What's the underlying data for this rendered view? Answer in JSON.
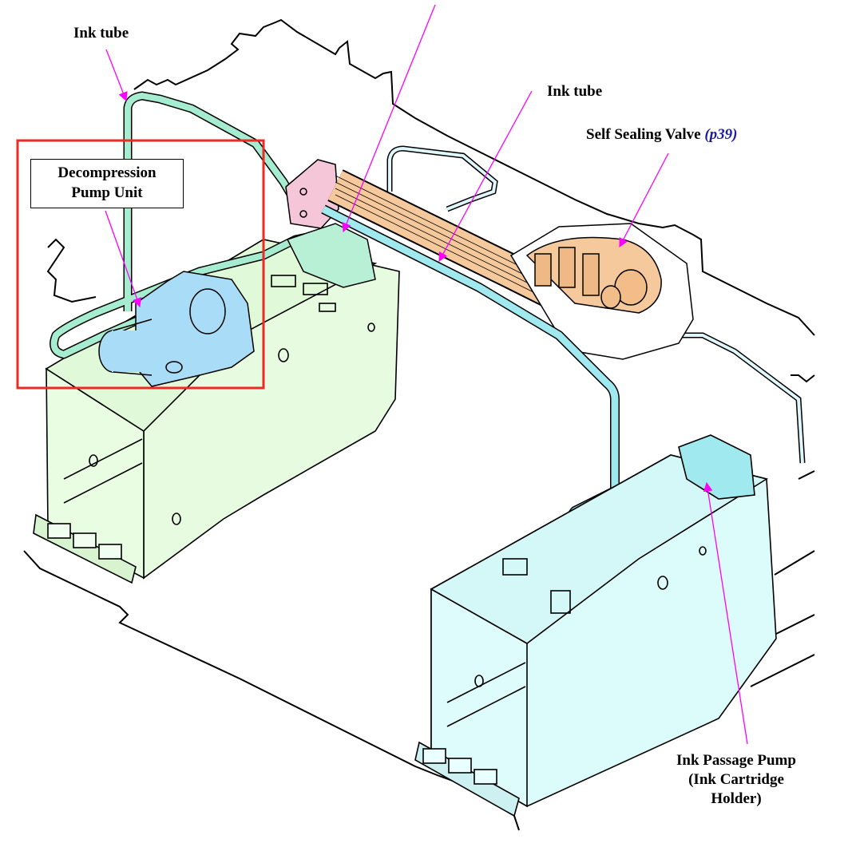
{
  "figure": {
    "colors": {
      "arrow": "#ff00ff",
      "highlight_box": "#ee2a24",
      "unit_left_fill": "#e6fbdf",
      "unit_right_fill": "#dcfbfb",
      "tube_green": "#a6ecd0",
      "tube_cyan": "#9fe9ef",
      "tube_orange": "#f6c99c",
      "pump_blue": "#a8dcf7",
      "bracket_pink": "#f5c6d8",
      "ref_link": "#1a1aa6"
    },
    "labels": {
      "ink_tube_left": "Ink tube",
      "ink_tube_center": "Ink tube",
      "self_sealing_valve": "Self Sealing Valve",
      "self_sealing_valve_ref": "(p39)",
      "decompression_pump_line1": "Decompression",
      "decompression_pump_line2": "Pump Unit",
      "ink_passage_pump_line1": "Ink Passage Pump",
      "ink_passage_pump_line2": "(Ink Cartridge",
      "ink_passage_pump_line3": "Holder)"
    }
  }
}
